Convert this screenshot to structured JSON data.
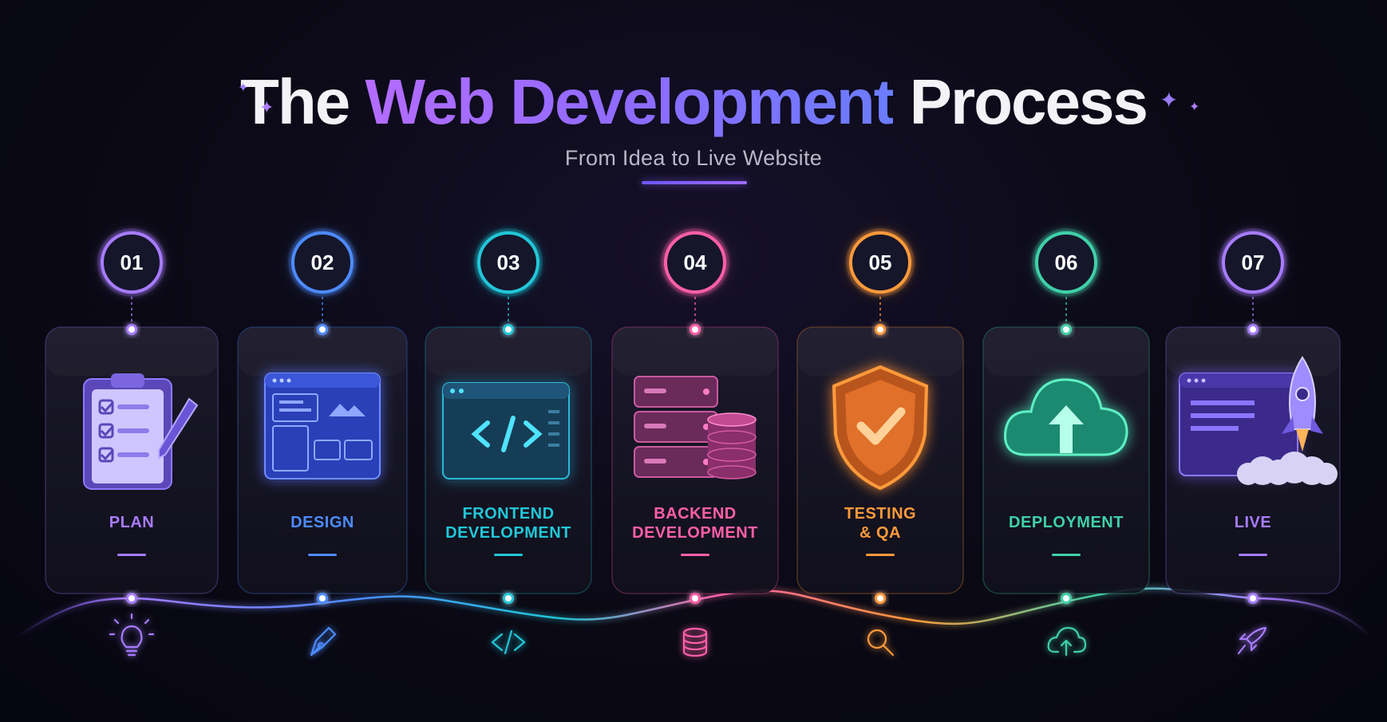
{
  "header": {
    "title_part1": "The ",
    "title_highlight": "Web Development",
    "title_part2": " Process",
    "subtitle": "From Idea to Live Website"
  },
  "steps": [
    {
      "number": "01",
      "label_line1": "PLAN",
      "label_line2": "",
      "color": "#a77bff",
      "illustration": "clipboard-checklist",
      "icon": "lightbulb-icon"
    },
    {
      "number": "02",
      "label_line1": "DESIGN",
      "label_line2": "",
      "color": "#4d8bff",
      "illustration": "wireframe-window",
      "icon": "pen-nib-icon"
    },
    {
      "number": "03",
      "label_line1": "FRONTEND",
      "label_line2": "DEVELOPMENT",
      "color": "#22c7d8",
      "illustration": "code-window",
      "icon": "code-icon"
    },
    {
      "number": "04",
      "label_line1": "BACKEND",
      "label_line2": "DEVELOPMENT",
      "color": "#ff5fa9",
      "illustration": "server-database",
      "icon": "database-icon"
    },
    {
      "number": "05",
      "label_line1": "TESTING",
      "label_line2": "& QA",
      "color": "#ff9a3a",
      "illustration": "shield-check",
      "icon": "magnifier-icon"
    },
    {
      "number": "06",
      "label_line1": "DEPLOYMENT",
      "label_line2": "",
      "color": "#3fd0a8",
      "illustration": "cloud-upload",
      "icon": "cloud-upload-icon"
    },
    {
      "number": "07",
      "label_line1": "LIVE",
      "label_line2": "",
      "color": "#a77bff",
      "illustration": "rocket-launch-window",
      "icon": "rocket-icon"
    }
  ]
}
